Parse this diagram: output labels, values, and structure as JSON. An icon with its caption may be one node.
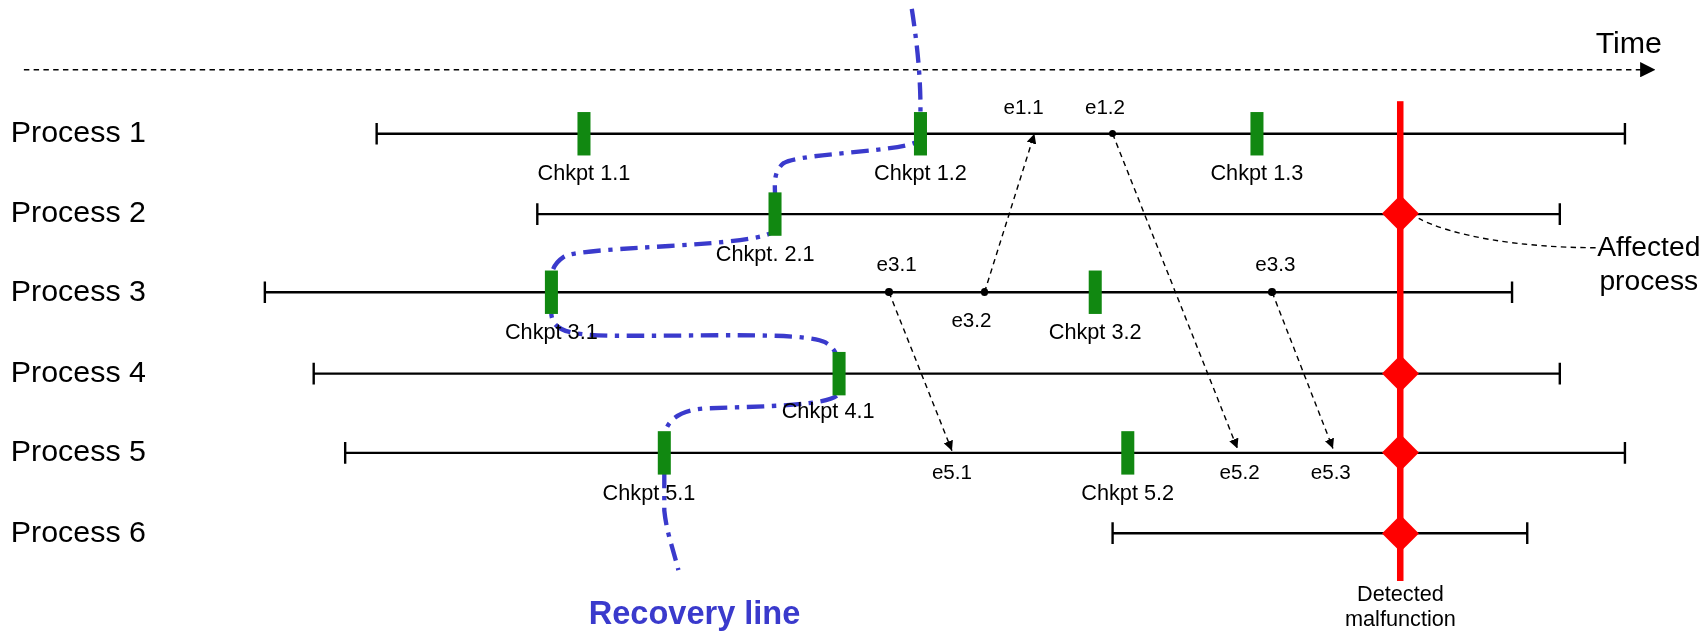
{
  "diagram": {
    "nodes": [
      {
        "text": [
          "e1.1"
        ]
      },
      {
        "text": [
          "e1.2"
        ]
      },
      {
        "text": [],
        "shape": "diamond"
      },
      {
        "text": [
          "Affected process"
        ]
      },
      {
        "text": [
          "e3.1"
        ]
      },
      {
        "text": [
          "e3.2"
        ]
      },
      {
        "text": [
          "e3.3"
        ]
      },
      {
        "text": [],
        "shape": "diamond"
      },
      {
        "text": [
          "e5.1"
        ]
      },
      {
        "text": [
          "e5.2"
        ]
      },
      {
        "text": [
          "e5.3"
        ]
      },
      {
        "text": [],
        "shape": "diamond"
      },
      {
        "text": [],
        "shape": "diamond"
      }
    ],
    "edges": [
      {
        "from": 5,
        "to": 0,
        "arrow": "to"
      },
      {
        "from": 1,
        "to": 9,
        "arrow": "to"
      },
      {
        "from": 4,
        "to": 8,
        "arrow": "to"
      },
      {
        "from": 6,
        "to": 10,
        "arrow": "to"
      },
      {
        "from": 3,
        "to": 2,
        "arrow": "none"
      }
    ],
    "labels": [
      "Time",
      "Process 1",
      "Chkpt 1.1",
      "Chkpt 1.2",
      "Chkpt 1.3",
      "Process 2",
      "Chkpt. 2.1",
      "Process 3",
      "Chkpt 3.1",
      "Chkpt 3.2",
      "Process 4",
      "Chkpt 4.1",
      "Process 5",
      "Chkpt 5.1",
      "Chkpt 5.2",
      "Process 6",
      "Recovery line",
      "Detected malfunction"
    ]
  }
}
